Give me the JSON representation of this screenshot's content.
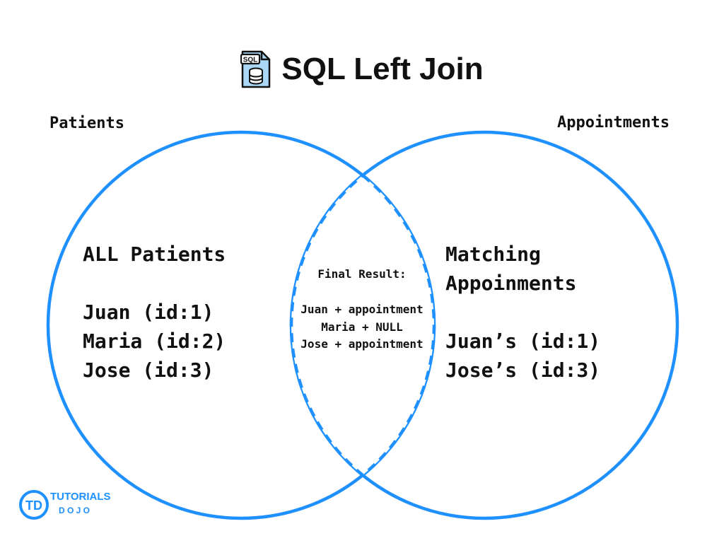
{
  "title": "SQL Left Join",
  "title_icon": "sql-database-file-icon",
  "title_icon_text": "SQL",
  "colors": {
    "accent": "#1e90ff",
    "text": "#111111",
    "icon_fill": "#aad7f5"
  },
  "left_set": {
    "label": "Patients",
    "heading": "ALL Patients",
    "items": [
      "Juan (id:1)",
      "Maria (id:2)",
      "Jose (id:3)"
    ]
  },
  "right_set": {
    "label": "Appointments",
    "heading_line1": "Matching",
    "heading_line2": "Appoinments",
    "items": [
      "Juan’s (id:1)",
      "Jose’s (id:3)"
    ]
  },
  "intersection": {
    "heading": "Final Result:",
    "items": [
      "Juan + appointment",
      "Maria + NULL",
      "Jose + appointment"
    ]
  },
  "logo": {
    "mark": "TD",
    "line1": "TUTORIALS",
    "line2": "D O J O"
  }
}
